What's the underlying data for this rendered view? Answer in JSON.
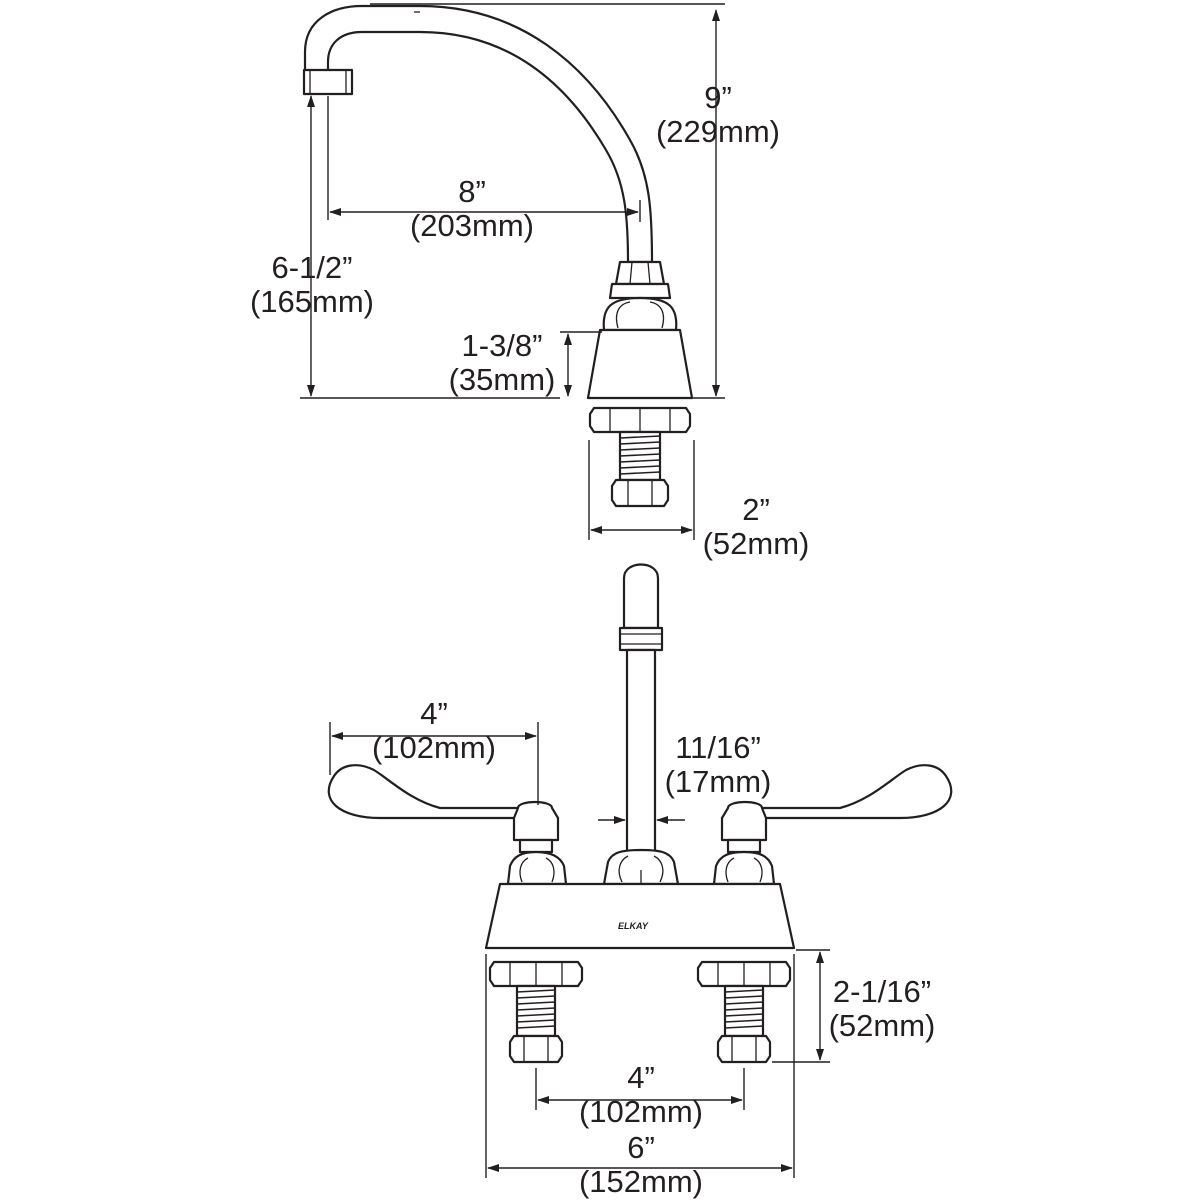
{
  "brand_mark": "ELKAY",
  "dimensions": {
    "overall_height": {
      "imperial": "9”",
      "metric": "(229mm)"
    },
    "spout_reach": {
      "imperial": "8”",
      "metric": "(203mm)"
    },
    "spout_clearance": {
      "imperial": "6-1/2”",
      "metric": "(165mm)"
    },
    "body_height": {
      "imperial": "1-3/8”",
      "metric": "(35mm)"
    },
    "body_depth": {
      "imperial": "2”",
      "metric": "(52mm)"
    },
    "handle_length": {
      "imperial": "4”",
      "metric": "(102mm)"
    },
    "spout_tube_diameter": {
      "imperial": "11/16”",
      "metric": "(17mm)"
    },
    "shank_length": {
      "imperial": "2-1/16”",
      "metric": "(52mm)"
    },
    "centers": {
      "imperial": "4”",
      "metric": "(102mm)"
    },
    "base_width": {
      "imperial": "6”",
      "metric": "(152mm)"
    }
  }
}
